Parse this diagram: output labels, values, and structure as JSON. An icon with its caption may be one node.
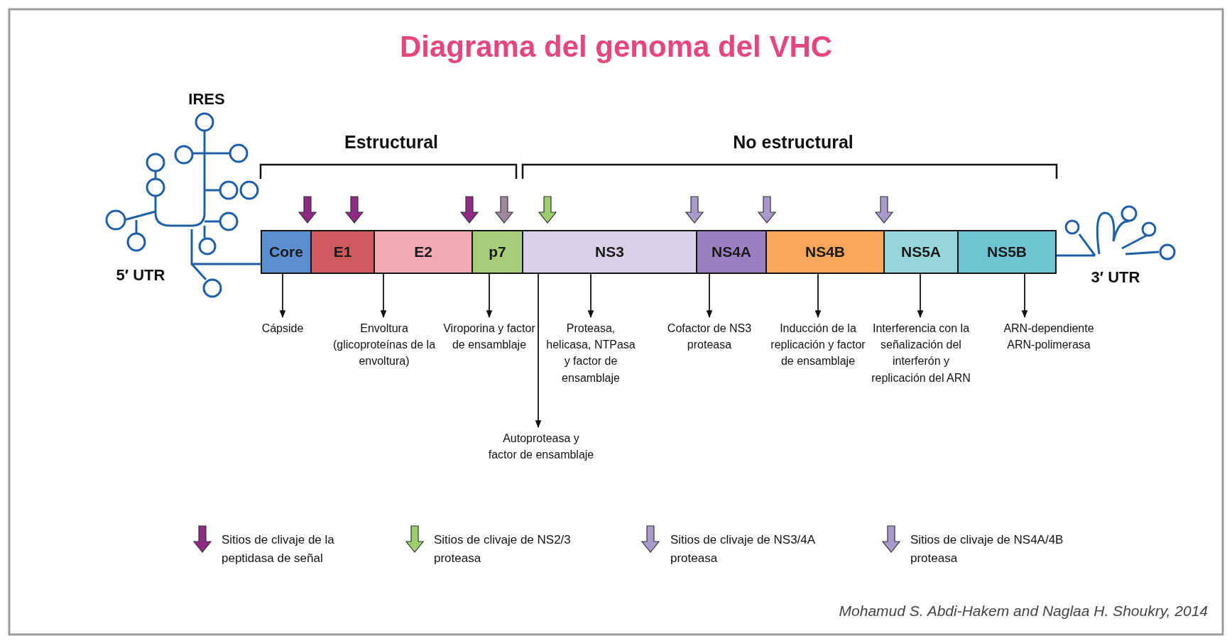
{
  "diagram": {
    "title": "Diagrama del genoma del VHC",
    "nodes": [
      {
        "text": [
          "Core"
        ]
      },
      {
        "text": [
          "E1"
        ]
      },
      {
        "text": [
          "E2"
        ]
      },
      {
        "text": [
          "p7"
        ]
      },
      {
        "text": [
          "NS3"
        ]
      },
      {
        "text": [
          "NS4A"
        ]
      },
      {
        "text": [
          "NS4B"
        ]
      },
      {
        "text": [
          "NS5A"
        ]
      },
      {
        "text": [
          "NS5B"
        ]
      },
      {
        "text": [
          "Cápside"
        ]
      },
      {
        "text": [
          "Envoltura (glicoproteínas de la envoltura)"
        ]
      },
      {
        "text": [
          "Viroporina y factor de ensamblaje"
        ]
      },
      {
        "text": [
          "Proteasa, helicasa, NTPasa y factor de ensamblaje"
        ]
      },
      {
        "text": [
          "Cofactor de NS3 proteasa"
        ]
      },
      {
        "text": [
          "Inducción de la replicación y factor de ensamblaje"
        ]
      },
      {
        "text": [
          "Interferencia con la señalización del interferón y replicación del ARN"
        ]
      },
      {
        "text": [
          "ARN-dependiente ARN-polimerasa"
        ]
      },
      {
        "text": [
          "Autoproteasa y factor de ensamblaje"
        ]
      }
    ],
    "edges": [
      {
        "from": 0,
        "to": 9,
        "arrow": "to"
      },
      {
        "from": 2,
        "to": 10,
        "arrow": "to"
      },
      {
        "from": 3,
        "to": 11,
        "arrow": "to"
      },
      {
        "from": 4,
        "to": 12,
        "arrow": "to"
      },
      {
        "from": 4,
        "to": 17,
        "arrow": "to"
      },
      {
        "from": 5,
        "to": 13,
        "arrow": "to"
      },
      {
        "from": 6,
        "to": 14,
        "arrow": "to"
      },
      {
        "from": 7,
        "to": 15,
        "arrow": "to"
      },
      {
        "from": 8,
        "to": 16,
        "arrow": "to"
      }
    ],
    "labels": [
      "IRES",
      "Estructural",
      "No estructural",
      "5′ UTR",
      "3′ UTR",
      "Mohamud S. Abdi-Hakem and Naglaa H. Shoukry, 2014"
    ],
    "legend": [
      {
        "text": "Sitios de clivaje de la peptidasa de señal"
      },
      {
        "text": "Sitios de clivaje de NS2/3 proteasa"
      },
      {
        "text": "Sitios de clivaje de NS3/4A proteasa"
      },
      {
        "text": "Sitios de clivaje de NS4A/4B proteasa"
      }
    ]
  }
}
